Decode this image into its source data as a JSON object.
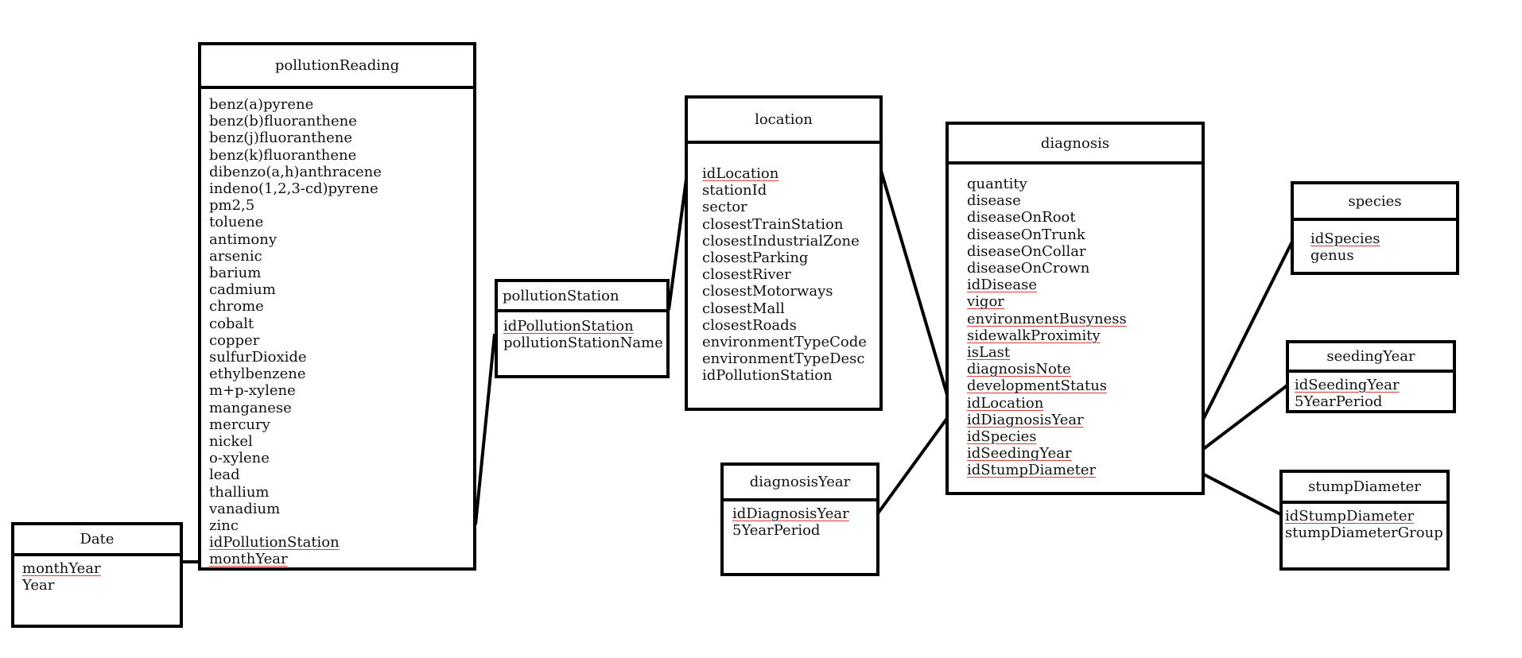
{
  "entities": {
    "pollution_reading": {
      "title": "pollutionReading",
      "fields": [
        {
          "label": "benz(a)pyrene",
          "underlined": false
        },
        {
          "label": "benz(b)fluoranthene",
          "underlined": false
        },
        {
          "label": "benz(j)fluoranthene",
          "underlined": false
        },
        {
          "label": "benz(k)fluoranthene",
          "underlined": false
        },
        {
          "label": "dibenzo(a,h)anthracene",
          "underlined": false
        },
        {
          "label": "indeno(1,2,3-cd)pyrene",
          "underlined": false
        },
        {
          "label": "pm2,5",
          "underlined": false
        },
        {
          "label": "toluene",
          "underlined": false
        },
        {
          "label": "antimony",
          "underlined": false
        },
        {
          "label": "arsenic",
          "underlined": false
        },
        {
          "label": "barium",
          "underlined": false
        },
        {
          "label": "cadmium",
          "underlined": false
        },
        {
          "label": "chrome",
          "underlined": false
        },
        {
          "label": "cobalt",
          "underlined": false
        },
        {
          "label": "copper",
          "underlined": false
        },
        {
          "label": "sulfurDioxide",
          "underlined": false
        },
        {
          "label": "ethylbenzene",
          "underlined": false
        },
        {
          "label": "m+p-xylene",
          "underlined": false
        },
        {
          "label": "manganese",
          "underlined": false
        },
        {
          "label": "mercury",
          "underlined": false
        },
        {
          "label": "nickel",
          "underlined": false
        },
        {
          "label": "o-xylene",
          "underlined": false
        },
        {
          "label": "lead",
          "underlined": false
        },
        {
          "label": "thallium",
          "underlined": false
        },
        {
          "label": "vanadium",
          "underlined": false
        },
        {
          "label": "zinc",
          "underlined": false
        },
        {
          "label": "idPollutionStation",
          "underlined": true
        },
        {
          "label": "monthYear",
          "underlined": true
        }
      ]
    },
    "date": {
      "title": "Date",
      "fields": [
        {
          "label": "monthYear",
          "underlined": true
        },
        {
          "label": "Year",
          "underlined": false
        }
      ]
    },
    "pollution_station": {
      "title": "pollutionStation",
      "fields": [
        {
          "label": "idPollutionStation",
          "underlined": true
        },
        {
          "label": "pollutionStationName",
          "underlined": false
        }
      ]
    },
    "location": {
      "title": "location",
      "fields": [
        {
          "label": "idLocation",
          "underlined": true
        },
        {
          "label": "stationId",
          "underlined": false
        },
        {
          "label": "sector",
          "underlined": false
        },
        {
          "label": "closestTrainStation",
          "underlined": false
        },
        {
          "label": "closestIndustrialZone",
          "underlined": false
        },
        {
          "label": "closestParking",
          "underlined": false
        },
        {
          "label": "closestRiver",
          "underlined": false
        },
        {
          "label": "closestMotorways",
          "underlined": false
        },
        {
          "label": "closestMall",
          "underlined": false
        },
        {
          "label": "closestRoads",
          "underlined": false
        },
        {
          "label": "environmentTypeCode",
          "underlined": false
        },
        {
          "label": "environmentTypeDesc",
          "underlined": false
        },
        {
          "label": "idPollutionStation",
          "underlined": false
        }
      ]
    },
    "diagnosis_year": {
      "title": "diagnosisYear",
      "fields": [
        {
          "label": "idDiagnosisYear",
          "underlined": true
        },
        {
          "label": "5YearPeriod",
          "underlined": false
        }
      ]
    },
    "diagnosis": {
      "title": "diagnosis",
      "fields": [
        {
          "label": "quantity",
          "underlined": false
        },
        {
          "label": "disease",
          "underlined": false
        },
        {
          "label": "diseaseOnRoot",
          "underlined": false
        },
        {
          "label": "diseaseOnTrunk",
          "underlined": false
        },
        {
          "label": "diseaseOnCollar",
          "underlined": false
        },
        {
          "label": "diseaseOnCrown",
          "underlined": false
        },
        {
          "label": "idDisease",
          "underlined": true
        },
        {
          "label": "vigor",
          "underlined": true
        },
        {
          "label": "environmentBusyness",
          "underlined": true
        },
        {
          "label": "sidewalkProximity",
          "underlined": true
        },
        {
          "label": "isLast",
          "underlined": true
        },
        {
          "label": "diagnosisNote",
          "underlined": true
        },
        {
          "label": "developmentStatus",
          "underlined": true
        },
        {
          "label": "idLocation",
          "underlined": true
        },
        {
          "label": "idDiagnosisYear",
          "underlined": true
        },
        {
          "label": "idSpecies",
          "underlined": true
        },
        {
          "label": "idSeedingYear",
          "underlined": true
        },
        {
          "label": "idStumpDiameter",
          "underlined": true
        }
      ]
    },
    "species": {
      "title": "species",
      "fields": [
        {
          "label": "idSpecies",
          "underlined": true
        },
        {
          "label": "genus",
          "underlined": false
        }
      ]
    },
    "seeding_year": {
      "title": "seedingYear",
      "fields": [
        {
          "label": "idSeedingYear",
          "underlined": true
        },
        {
          "label": "5YearPeriod",
          "underlined": false
        }
      ]
    },
    "stump_diameter": {
      "title": "stumpDiameter",
      "fields": [
        {
          "label": "idStumpDiameter",
          "underlined": true
        },
        {
          "label": "stumpDiameterGroup",
          "underlined": false
        }
      ]
    }
  },
  "relationships": [
    {
      "from": "date",
      "to": "pollution_reading"
    },
    {
      "from": "pollution_reading",
      "to": "pollution_station"
    },
    {
      "from": "pollution_station",
      "to": "location"
    },
    {
      "from": "location",
      "to": "diagnosis"
    },
    {
      "from": "diagnosis_year",
      "to": "diagnosis"
    },
    {
      "from": "diagnosis",
      "to": "species"
    },
    {
      "from": "diagnosis",
      "to": "seeding_year"
    },
    {
      "from": "diagnosis",
      "to": "stump_diameter"
    }
  ]
}
